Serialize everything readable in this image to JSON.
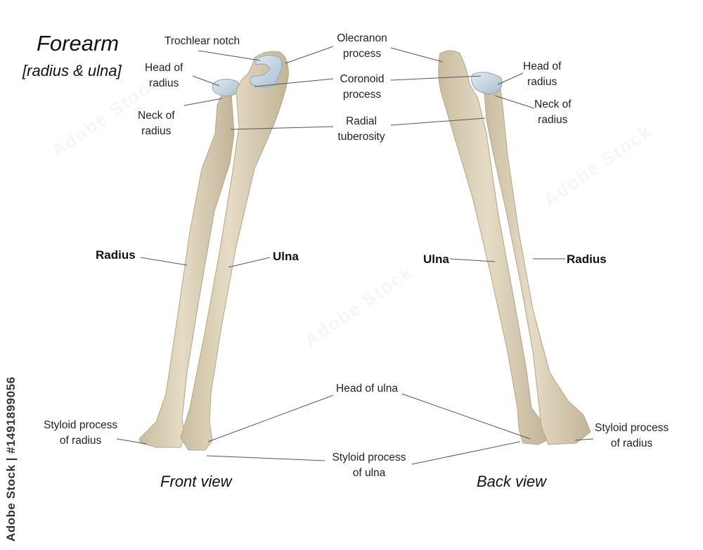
{
  "title": "Forearm",
  "subtitle": "[radius & ulna]",
  "views": {
    "front": "Front view",
    "back": "Back view"
  },
  "labels": {
    "trochlear_notch": "Trochlear notch",
    "olecranon_process": [
      "Olecranon",
      "process"
    ],
    "head_of_radius": [
      "Head of",
      "radius"
    ],
    "coronoid_process": [
      "Coronoid",
      "process"
    ],
    "neck_of_radius": [
      "Neck of",
      "radius"
    ],
    "radial_tuberosity": [
      "Radial",
      "tuberosity"
    ],
    "radius": "Radius",
    "ulna": "Ulna",
    "head_of_ulna": "Head of ulna",
    "styloid_process_of_radius": [
      "Styloid process",
      "of radius"
    ],
    "styloid_process_of_ulna": [
      "Styloid process",
      "of ulna"
    ]
  },
  "credit": "Adobe Stock | #1491899056",
  "colors": {
    "bone": "#ddd3bd",
    "bone_shadow": "#c4b79b",
    "cartilage": "#b9ccd9",
    "leader": "#555555",
    "text": "#222222"
  }
}
